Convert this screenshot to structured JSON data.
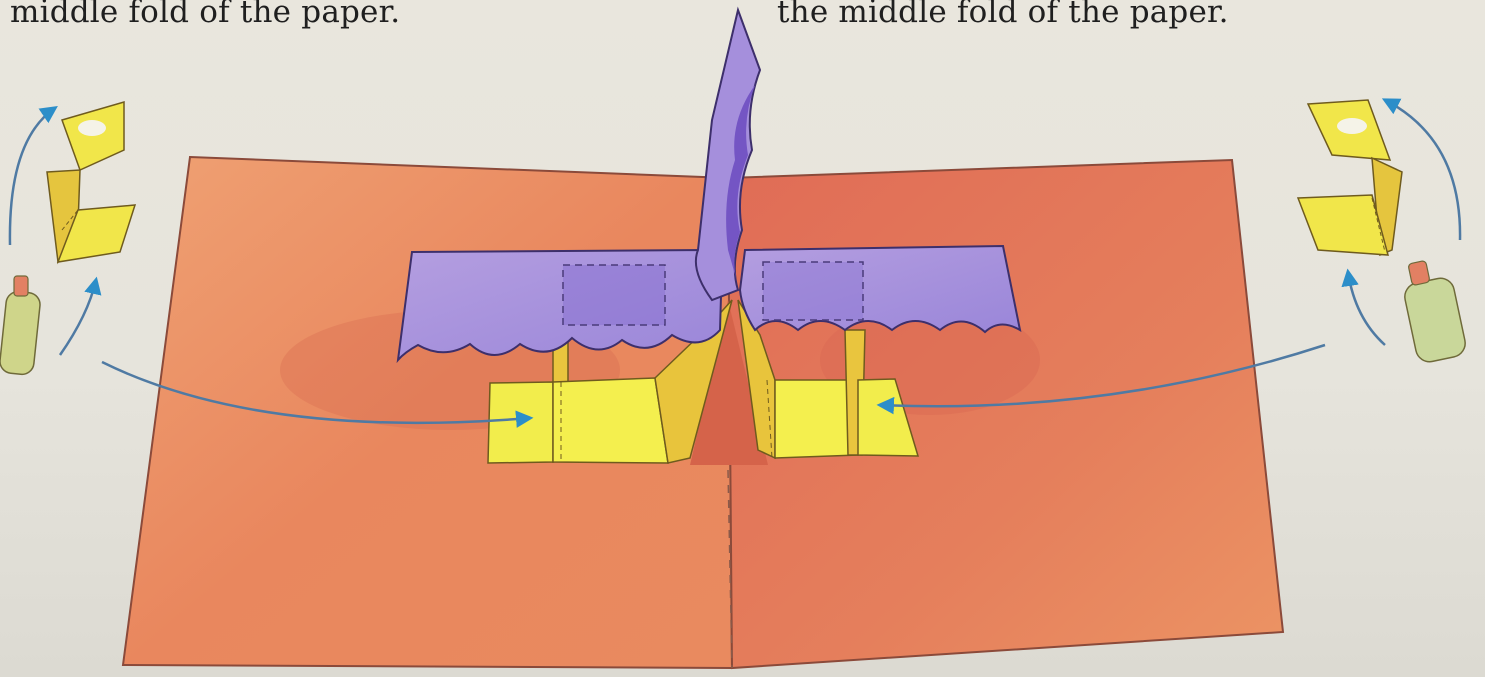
{
  "page": {
    "caption_left": "middle fold of the paper.",
    "caption_right": "the middle fold of the paper."
  },
  "colors": {
    "card": "#e98a5f",
    "card_shadow": "#d66e4f",
    "purple": "#a58fdc",
    "purple_dark": "#7d5fc9",
    "yellow": "#f1ec4c",
    "yellow_dark": "#e5c53e",
    "arrow": "#4f7aa3",
    "arrow_head": "#2c8ec9",
    "glue": "#cfd58a"
  },
  "illustration": {
    "subject": "pop-up card with purple cloud-shaped piece and yellow folded supports",
    "icons": [
      "glue-bottle-icon",
      "folded-tab-icon",
      "curved-arrow-icon"
    ]
  }
}
